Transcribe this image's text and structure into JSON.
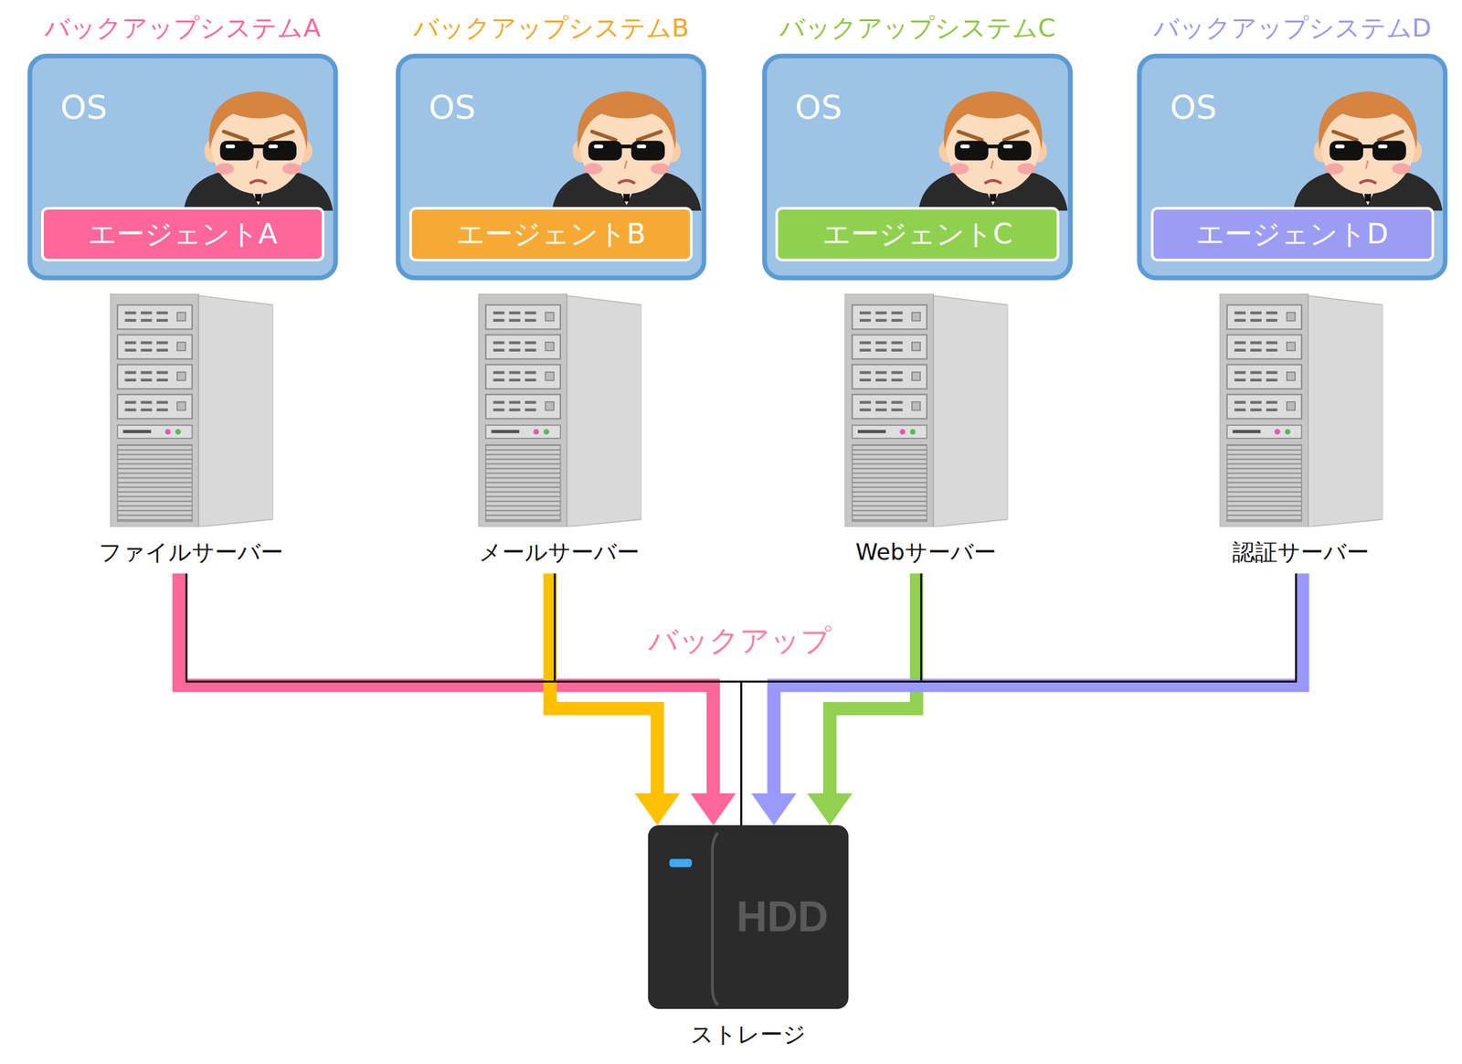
{
  "diagram": {
    "nodes": [
      {
        "text": [
          "バックアップシステムA",
          "OS"
        ]
      },
      {
        "text": [
          "エージェントA"
        ],
        "in": 0
      },
      {
        "text": [
          "バックアップシステムB",
          "OS"
        ]
      },
      {
        "text": [
          "エージェントB"
        ],
        "in": 2
      },
      {
        "text": [
          "バックアップシステムC",
          "OS"
        ]
      },
      {
        "text": [
          "エージェントC"
        ],
        "in": 4
      },
      {
        "text": [
          "バックアップシステムD",
          "OS"
        ]
      },
      {
        "text": [
          "エージェントD"
        ],
        "in": 6
      },
      {
        "text": [
          "ファイルサーバー"
        ]
      },
      {
        "text": [
          "メールサーバー"
        ]
      },
      {
        "text": [
          "Webサーバー"
        ]
      },
      {
        "text": [
          "認証サーバー"
        ]
      },
      {
        "text": [
          "HDD",
          "ストレージ"
        ]
      }
    ],
    "edges": [
      {
        "from": 8,
        "to": 12,
        "arrow": "to"
      },
      {
        "from": 9,
        "to": 12,
        "arrow": "to"
      },
      {
        "from": 10,
        "to": 12,
        "arrow": "to"
      },
      {
        "from": 11,
        "to": 12,
        "arrow": "to"
      },
      {
        "from": 8,
        "to": 12,
        "arrow": "none"
      },
      {
        "from": 9,
        "to": 12,
        "arrow": "none"
      },
      {
        "from": 10,
        "to": 12,
        "arrow": "none"
      },
      {
        "from": 11,
        "to": 12,
        "arrow": "none"
      }
    ],
    "labels": [
      "バックアップ"
    ]
  }
}
